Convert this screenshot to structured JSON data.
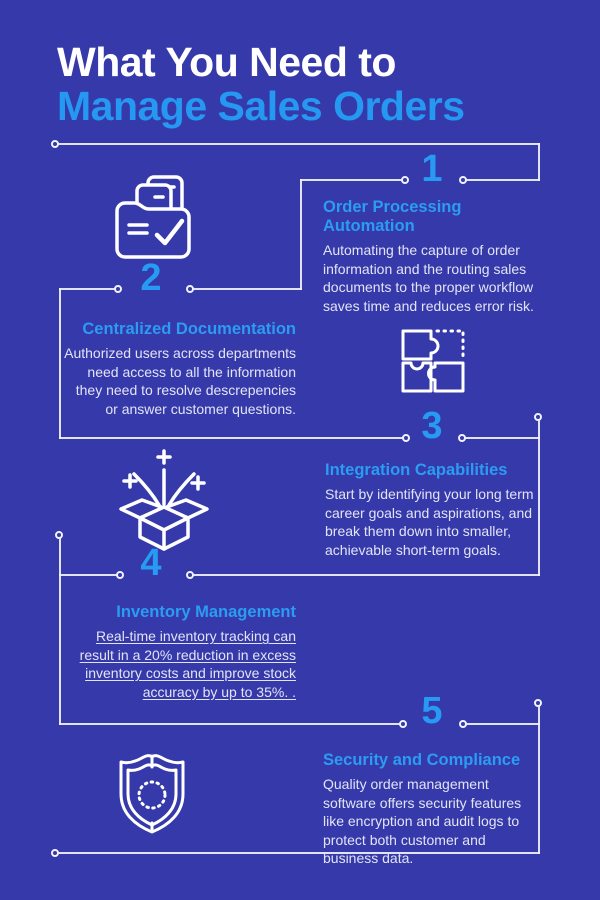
{
  "title": {
    "line1": "What You Need to",
    "line2": "Manage Sales Orders"
  },
  "colors": {
    "background": "#3639a9",
    "accent_blue": "#279af3",
    "body_text": "#e2e4f6",
    "line_white": "#f0f2fc"
  },
  "sections": [
    {
      "number": "1",
      "heading": "Order Processing Automation",
      "body_lines": [
        "Automating the capture of order",
        "information and the routing sales",
        "documents to the proper workflow",
        "saves time and reduces error risk."
      ],
      "icon": "folder-documents-check-icon"
    },
    {
      "number": "2",
      "heading": "Centralized Documentation",
      "body_lines": [
        "Authorized users across departments",
        "need access to all the information",
        "they need to resolve descrepencies",
        "or answer customer questions."
      ],
      "icon": "puzzle-pieces-icon"
    },
    {
      "number": "3",
      "heading": "Integration Capabilities",
      "body_lines": [
        "Start by identifying your long term",
        "career goals and aspirations, and",
        "break them down into smaller,",
        "achievable short-term goals."
      ],
      "icon": "open-box-celebration-icon"
    },
    {
      "number": "4",
      "heading": "Inventory Management",
      "body_lines": [
        "Real-time inventory tracking can",
        "result in a 20% reduction in excess",
        "inventory costs and improve stock",
        "accuracy by up to 35%. ."
      ],
      "icon": null
    },
    {
      "number": "5",
      "heading": "Security and Compliance",
      "body_lines": [
        "Quality order management",
        "software offers security features",
        "like encryption and audit logs to",
        "protect both customer and",
        "business data."
      ],
      "icon": "shield-security-icon"
    }
  ]
}
